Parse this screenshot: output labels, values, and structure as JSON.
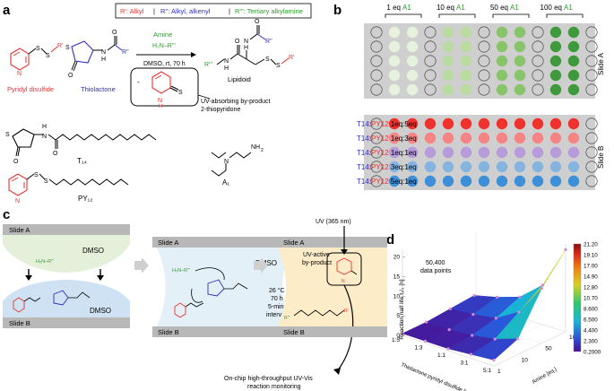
{
  "panels": {
    "a": "a",
    "b": "b",
    "c": "c",
    "d": "d"
  },
  "panel_a": {
    "legend": {
      "r1": "R': Alkyl",
      "sep1": "|",
      "r2": "R'': Alkyl, alkenyl",
      "sep2": "|",
      "r3": "R''': Tertiary alkylamine"
    },
    "amine_label": "Amine",
    "amine_formula": "H₂N–R'''",
    "conditions": "DMSO, rt, 70 h",
    "pyridyl_disulfide": "Pyridyl disulfide",
    "thiolactone": "Thiolactone",
    "lipidoid": "Lipidoid",
    "byproduct_line1": "UV-absorbing by-product",
    "byproduct_line2": "2-thiopyridone",
    "t14": "T₁₄",
    "py12": "PY₁₂",
    "a1": "A₁",
    "colors": {
      "r1": "#e8312f",
      "r2": "#2d2dc8",
      "r3": "#2e9a2e"
    }
  },
  "panel_b": {
    "headers": [
      {
        "eq": "1 eq",
        "amine": "A1"
      },
      {
        "eq": "10 eq",
        "amine": "A1"
      },
      {
        "eq": "50 eq",
        "amine": "A1"
      },
      {
        "eq": "100 eq",
        "amine": "A1"
      }
    ],
    "slide_a": "Slide A",
    "slide_b": "Slide B",
    "rows_b": [
      {
        "t": "T14",
        "sep": ":",
        "p": "PY12",
        "ratio": " 1eq:5eq",
        "color": "#f0322e"
      },
      {
        "t": "T14",
        "sep": ":",
        "p": "PY12",
        "ratio": " 1eq:3eq",
        "color": "#f58585"
      },
      {
        "t": "T14",
        "sep": ":",
        "p": "PY12",
        "ratio": " 1eq:1eq",
        "color": "#b79bdb"
      },
      {
        "t": "T14",
        "sep": ":",
        "p": "PY12",
        "ratio": " 3eq:1eq",
        "color": "#86b4e0"
      },
      {
        "t": "T14",
        "sep": ":",
        "p": "PY12",
        "ratio": " 5eq:1eq",
        "color": "#3d8fd8"
      }
    ],
    "greens": [
      "#e6f2dc",
      "#b9dba0",
      "#88c46a",
      "#3f9a3b"
    ]
  },
  "panel_c": {
    "slide_a": "Slide A",
    "slide_b": "Slide B",
    "dmso": "DMSO",
    "amine": "H₂N–R'''",
    "conditions": [
      "26 °C",
      "70 h",
      "5-min",
      "intervals"
    ],
    "uv_label": "UV (365 nm)",
    "uv_active": [
      "UV-active",
      "by-product"
    ],
    "monitoring": [
      "On-chip high-throughput UV-Vis",
      "reaction monitoring"
    ]
  },
  "panel_d": {
    "annotation": [
      "50,400",
      "data points"
    ],
    "zlabel": "Reaction half life t₁/₂ [h]",
    "xlabel": "Thiolactone:pyridyl disulfide [eq./eq.]",
    "ylabel": "Amine [eq.]",
    "z_ticks": [
      "0",
      "5",
      "10",
      "15",
      "20"
    ],
    "x_ticks": [
      "1:5",
      "1:3",
      "1:1",
      "3:1",
      "5:1"
    ],
    "y_ticks": [
      "1",
      "10",
      "50",
      "100"
    ],
    "colorbar": [
      "21.20",
      "19.10",
      "17.00",
      "14.90",
      "12.80",
      "10.70",
      "8.600",
      "6.500",
      "4.400",
      "2.300",
      "0.2000"
    ]
  },
  "chart_data": {
    "type": "surface",
    "x": [
      "1:5",
      "1:3",
      "1:1",
      "3:1",
      "5:1"
    ],
    "y": [
      1,
      10,
      50,
      100
    ],
    "z": [
      [
        0.5,
        0.5,
        1.0,
        1.5
      ],
      [
        0.5,
        0.5,
        1.5,
        3.0
      ],
      [
        0.5,
        1.0,
        2.5,
        5.0
      ],
      [
        1.0,
        2.0,
        6.0,
        10.0
      ],
      [
        1.5,
        4.0,
        14.0,
        21.0
      ]
    ],
    "xlabel": "Thiolactone:pyridyl disulfide [eq./eq.]",
    "ylabel": "Amine [eq.]",
    "zlabel": "Reaction half life t1/2 [h]",
    "zlim": [
      0,
      21.2
    ]
  }
}
